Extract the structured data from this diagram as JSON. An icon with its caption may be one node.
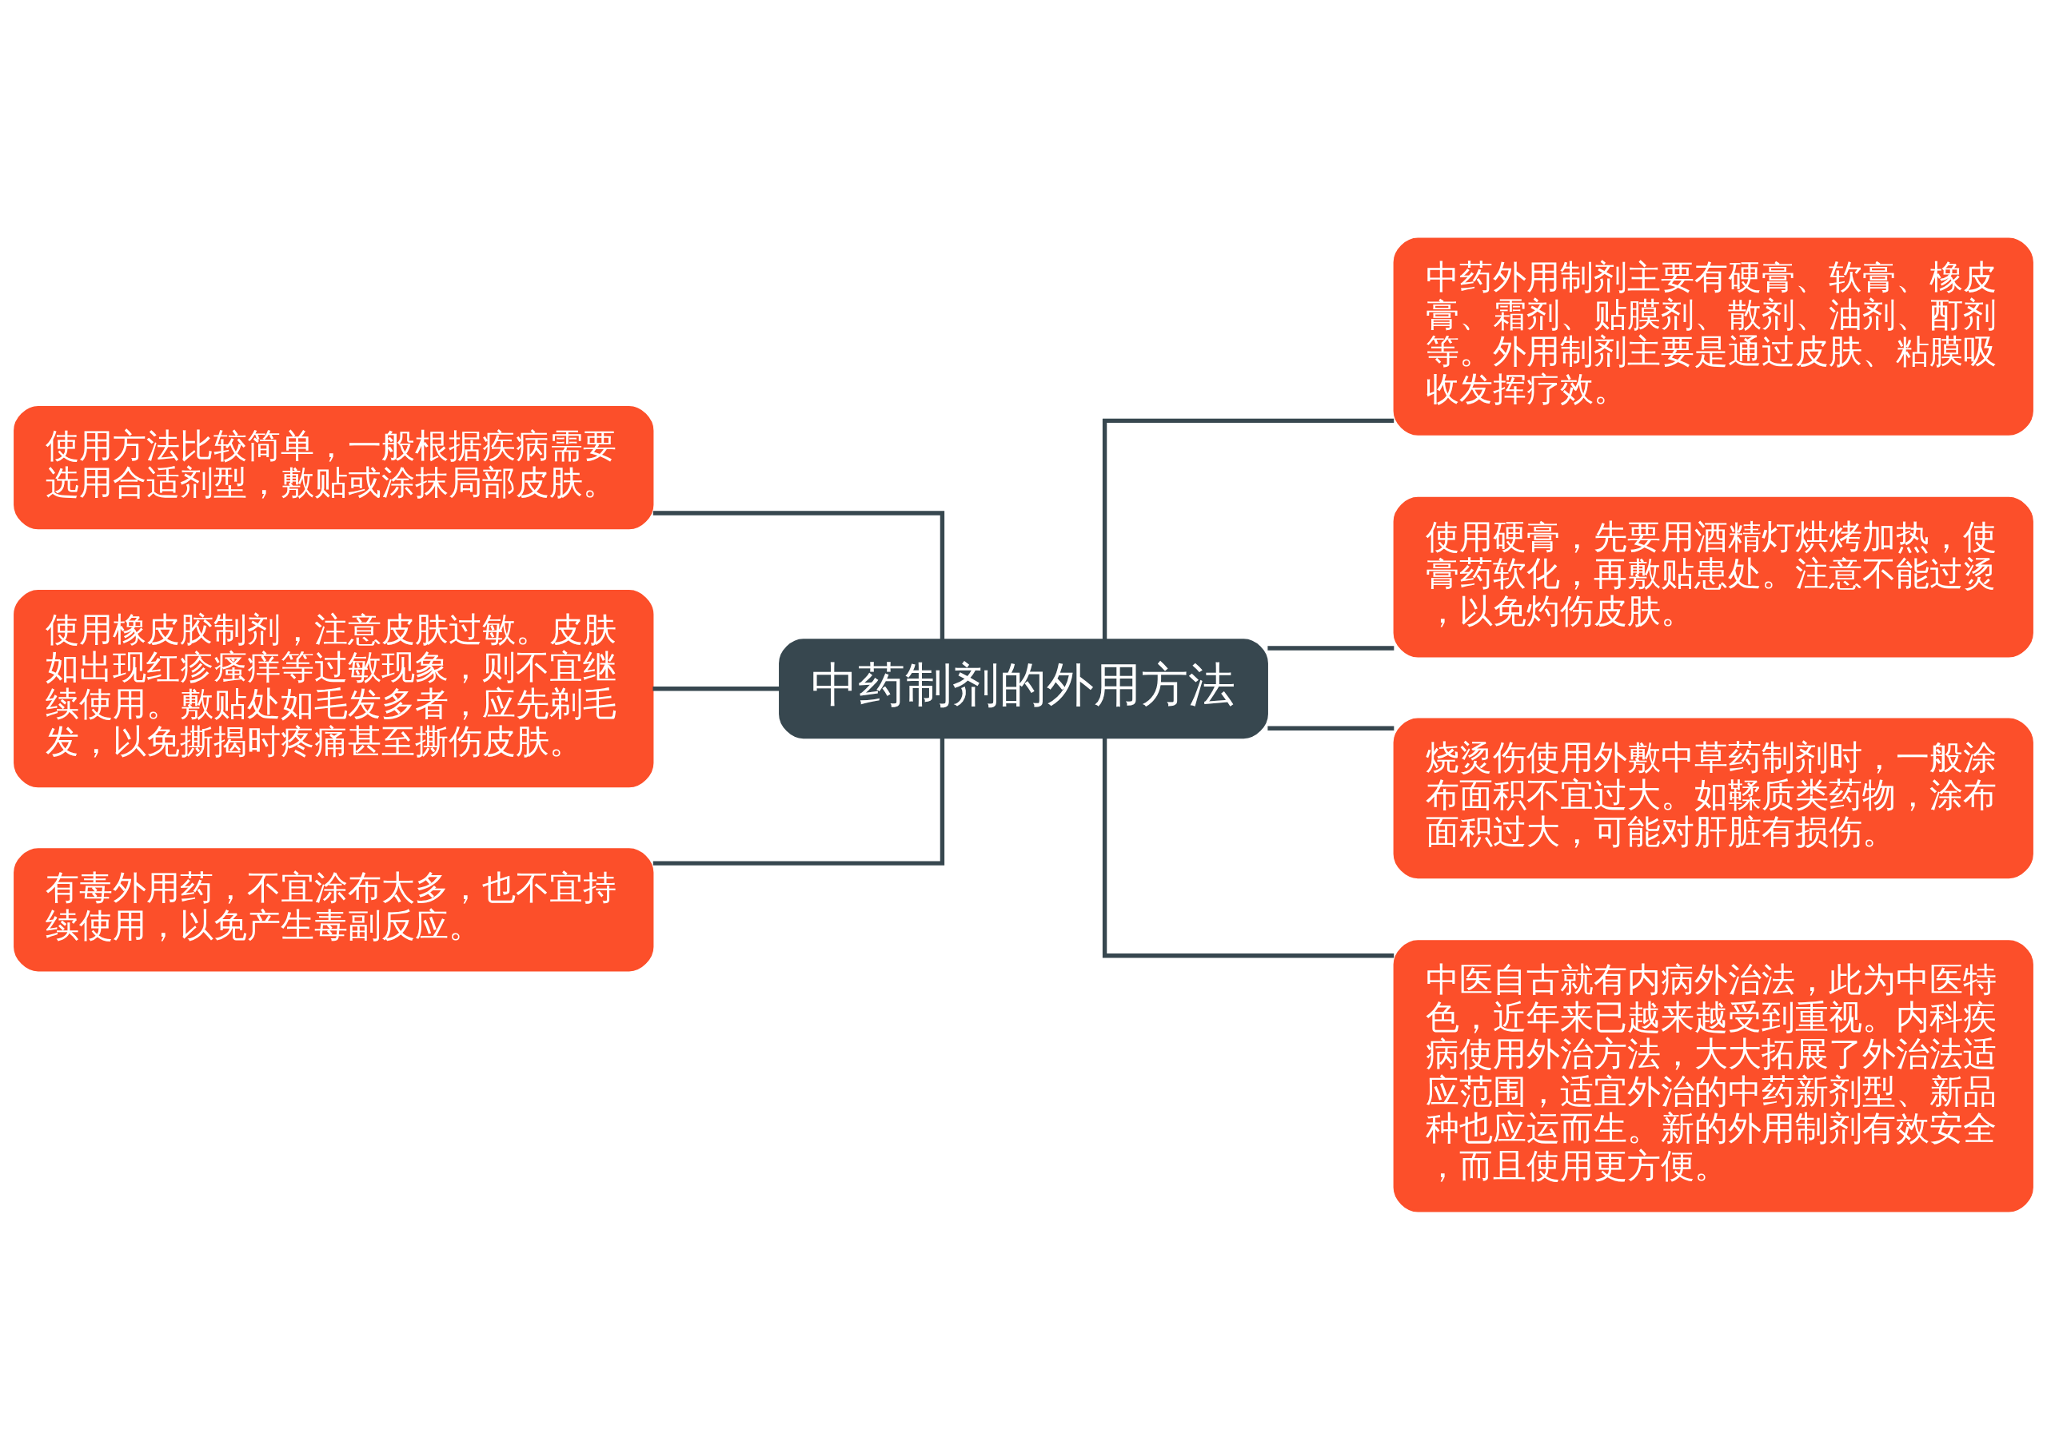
{
  "diagram": {
    "nodes": [
      {
        "text": [
          "中药制剂的外用方法"
        ]
      },
      {
        "text": [
          "使用方法比较简单，一般根据疾病需要选用合适剂型，敷贴或涂抹局部皮肤。"
        ]
      },
      {
        "text": [
          "使用橡皮胶制剂，注意皮肤过敏。皮肤如出现红疹瘙痒等过敏现象，则不宜继续使用。敷贴处如毛发多者，应先剃毛发，以免撕揭时疼痛甚至撕伤皮肤。"
        ]
      },
      {
        "text": [
          "有毒外用药，不宜涂布太多，也不宜持续使用，以免产生毒副反应。"
        ]
      },
      {
        "text": [
          "中药外用制剂主要有硬膏、软膏、橡皮膏、霜剂、贴膜剂、散剂、油剂、酊剂等。外用制剂主要是通过皮肤、粘膜吸收发挥疗效。"
        ]
      },
      {
        "text": [
          "使用硬膏，先要用酒精灯烘烤加热，使膏药软化，再敷贴患处。注意不能过烫，以免灼伤皮肤。"
        ]
      },
      {
        "text": [
          "烧烫伤使用外敷中草药制剂时，一般涂布面积不宜过大。如鞣质类药物，涂布面积过大，可能对肝脏有损伤。"
        ]
      },
      {
        "text": [
          "中医自古就有内病外治法，此为中医特色，近年来已越来越受到重视。内科疾病使用外治方法，大大拓展了外治法适应范围，适宜外治的中药新剂型、新品种也应运而生。新的外用制剂有效安全，而且使用更方便。"
        ]
      }
    ],
    "edges": [
      {
        "from": 1,
        "to": 0,
        "arrow": "none"
      },
      {
        "from": 2,
        "to": 0,
        "arrow": "none"
      },
      {
        "from": 3,
        "to": 0,
        "arrow": "none"
      },
      {
        "from": 0,
        "to": 4,
        "arrow": "none"
      },
      {
        "from": 0,
        "to": 5,
        "arrow": "none"
      },
      {
        "from": 0,
        "to": 6,
        "arrow": "none"
      },
      {
        "from": 0,
        "to": 7,
        "arrow": "none"
      }
    ]
  }
}
